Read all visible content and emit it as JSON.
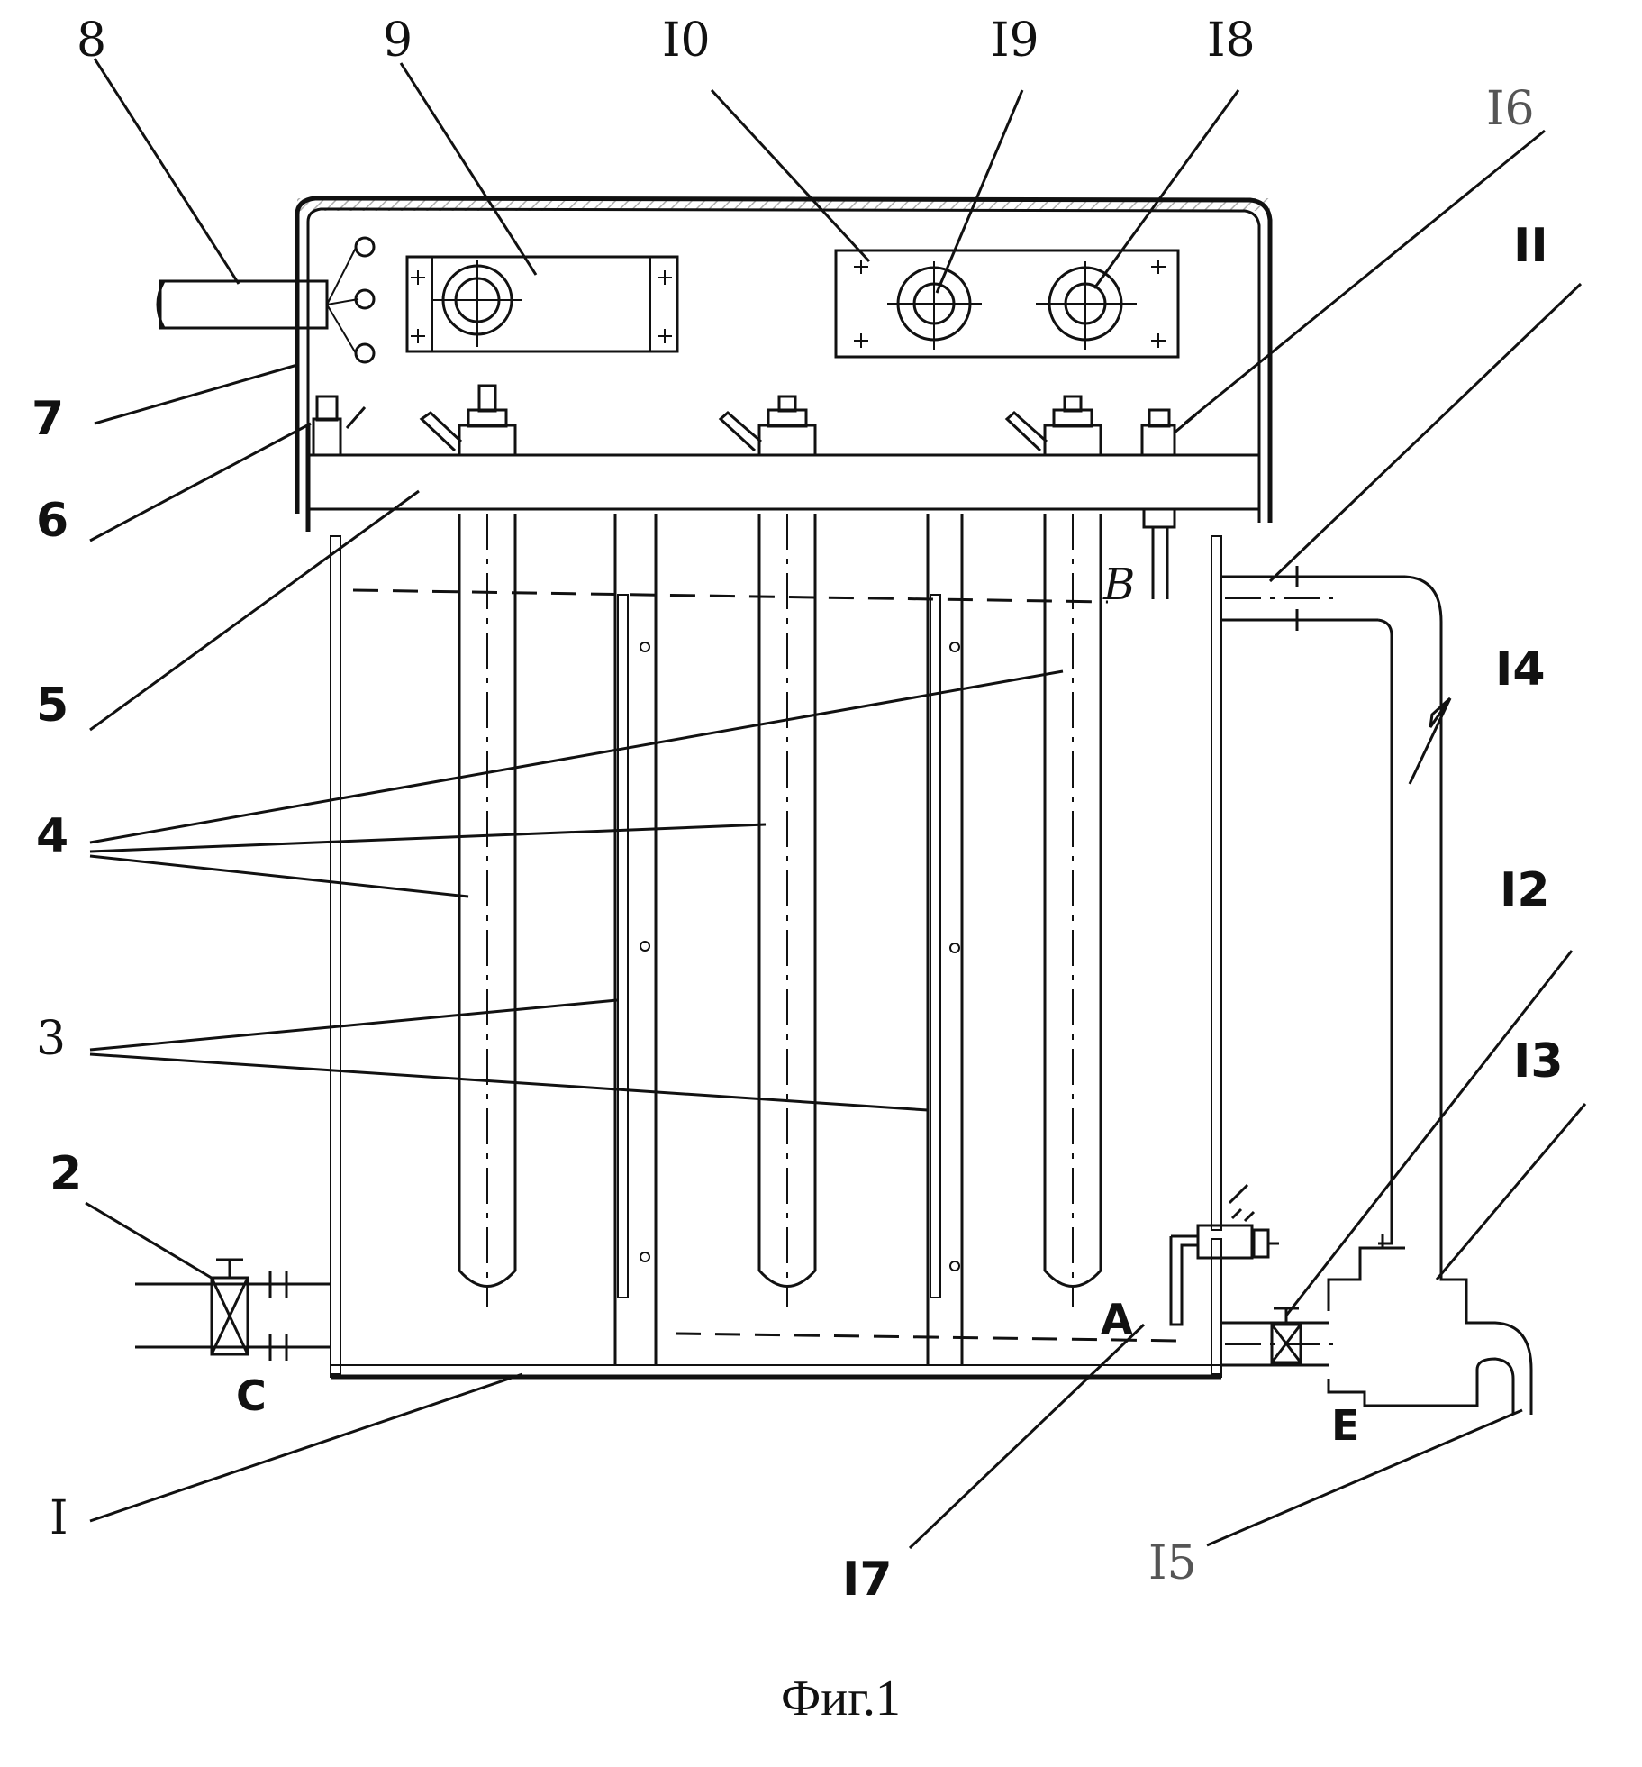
{
  "caption": "Фиг.1",
  "labels": {
    "l1": "I",
    "l2": "2",
    "l3": "3",
    "l4": "4",
    "l5": "5",
    "l6": "6",
    "l7": "7",
    "l8": "8",
    "l9": "9",
    "l10": "I0",
    "l11": "II",
    "l12": "I2",
    "l13": "I3",
    "l14": "I4",
    "l15": "I5",
    "l16": "I6",
    "l17": "I7",
    "l18": "I8",
    "l19": "I9"
  },
  "points": {
    "a": "A",
    "b": "B",
    "c": "C",
    "e": "E"
  }
}
